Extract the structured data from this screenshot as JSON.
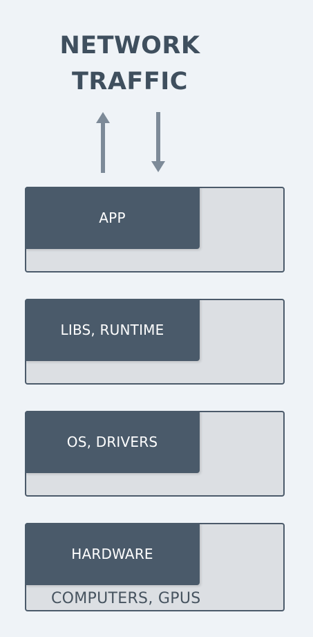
{
  "title": {
    "line1": "NETWORK",
    "line2": "TRAFFIC"
  },
  "layers": [
    {
      "label": "APP",
      "sublabel": ""
    },
    {
      "label": "LIBS, RUNTIME",
      "sublabel": ""
    },
    {
      "label": "OS, DRIVERS",
      "sublabel": ""
    },
    {
      "label": "HARDWARE",
      "sublabel": "COMPUTERS, GPUS"
    }
  ],
  "colors": {
    "background": "#eff3f7",
    "title": "#3f4f5e",
    "label_fill": "#4a5a6a",
    "layer_fill": "#dcdfe3",
    "arrow": "#7d8a98"
  },
  "icons": {
    "up": "arrow-up-icon",
    "down": "arrow-down-icon"
  }
}
